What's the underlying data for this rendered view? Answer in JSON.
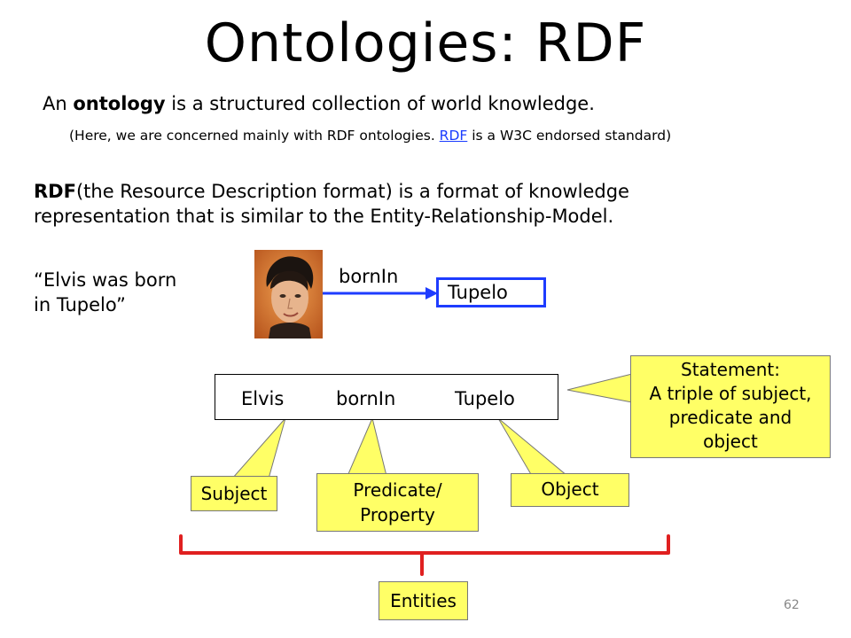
{
  "slide": {
    "title": "Ontologies: RDF",
    "line1_prefix": "An ",
    "line1_bold": "ontology",
    "line1_suffix": " is a structured collection of world knowledge.",
    "line2_prefix": "(Here, we are concerned mainly with RDF ontologies. ",
    "line2_link": "RDF",
    "line2_suffix": " is a W3C endorsed standard)",
    "rdf_bold": "RDF",
    "rdf_text": "(the Resource Description format) is a format of knowledge representation that is similar to the Entity-Relationship-Model.",
    "quote_line1": "“Elvis was born",
    "quote_line2": "in Tupelo”",
    "page_number": "62"
  },
  "graph": {
    "edge_label": "bornIn",
    "node_object": "Tupelo"
  },
  "triple": {
    "subject": "Elvis",
    "predicate": "bornIn",
    "object": "Tupelo"
  },
  "callouts": {
    "subject": "Subject",
    "predicate_line1": "Predicate/",
    "predicate_line2": "Property",
    "object": "Object",
    "statement_line1": "Statement:",
    "statement_line2": "A triple of subject,",
    "statement_line3": "predicate and",
    "statement_line4": "object",
    "entities": "Entities"
  },
  "colors": {
    "arrow": "#1e3cff",
    "callout_fill": "#ffff66",
    "brace": "#e02020"
  }
}
